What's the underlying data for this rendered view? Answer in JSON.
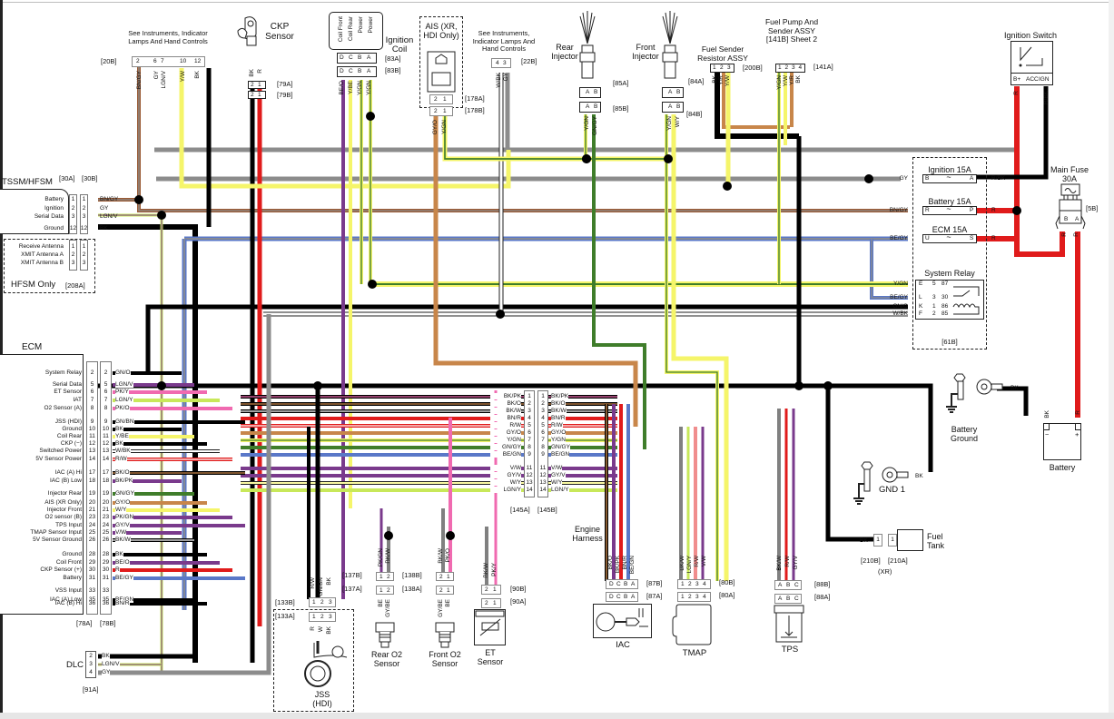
{
  "title": "Engine management wiring diagram",
  "wire_colors": {
    "BK": "#000000",
    "R": "#e01b1b",
    "GY": "#8c8c8c",
    "BN": "#9a5a34",
    "Y": "#f5f56a",
    "GN": "#3f7d2a",
    "BE": "#5a78c8",
    "V": "#7a3a8c",
    "PK": "#f06ab0",
    "O": "#c8864a",
    "W": "#ffffff",
    "LGN": "#c8e85a",
    "OLV": "#7a7a1a",
    "DKR": "#7a1010",
    "TEAL": "#2a7aa0"
  },
  "components": {
    "tssm": {
      "title": "TSSM/HFSM",
      "conn_a": "[30A]",
      "conn_b": "[30B]",
      "pins": [
        {
          "name": "Battery",
          "pin": "1",
          "wire": "BN/GY"
        },
        {
          "name": "Ignition",
          "pin": "2",
          "wire": "GY"
        },
        {
          "name": "Serial Data",
          "pin": "3",
          "wire": "LGN/V"
        },
        {
          "name": "Ground",
          "pin": "12",
          "wire": "BK"
        }
      ],
      "hfsm_pins": [
        {
          "name": "Receive Antenna",
          "pin": "1"
        },
        {
          "name": "XMIT Antenna A",
          "pin": "2"
        },
        {
          "name": "XMIT Antenna B",
          "pin": "3"
        }
      ],
      "hfsm_label": "HFSM Only",
      "hfsm_conn": "[208A]"
    },
    "instruments_left": {
      "text": "See Instruments, Indicator Lamps And Hand Controls",
      "conn": "[20B]",
      "pins": [
        "2",
        "6",
        "7",
        "10",
        "12"
      ],
      "wires": [
        "BN/GY",
        "GY",
        "LGN/V",
        "Y/W",
        "BK"
      ]
    },
    "ckp_sensor": {
      "title": "CKP Sensor",
      "conn_a": "[79A]",
      "conn_b": "[79B]",
      "pins": [
        "2",
        "1"
      ],
      "wires": [
        "BK",
        "R"
      ]
    },
    "ignition_coil": {
      "title": "Ignition Coil",
      "labels": [
        "Coil Front",
        "Coil Rear",
        "Power",
        "Power"
      ],
      "pins": [
        "D",
        "C",
        "B",
        "A"
      ],
      "conn_a": "[83A]",
      "conn_b": "[83B]",
      "wires": [
        "BE/O",
        "Y/BE",
        "Y/GN",
        "Y/GN"
      ]
    },
    "ais": {
      "title": "AIS (XR, HDI Only)",
      "pins": [
        "2",
        "1"
      ],
      "conn_a": "[178A]",
      "conn_b": "[178B]",
      "wires": [
        "GY/O",
        "Y/GN"
      ]
    },
    "instruments_right": {
      "text": "See Instruments, Indicator Lamps And Hand Controls",
      "conn": "[22B]",
      "pins": [
        "4",
        "3"
      ],
      "wires": [
        "W/BK",
        "GY"
      ]
    },
    "rear_injector": {
      "title": "Rear Injector",
      "pins": [
        "A",
        "B"
      ],
      "conn_a": "[85A]",
      "conn_b": "[85B]",
      "wires": [
        "Y/GN",
        "GN/GY"
      ]
    },
    "front_injector": {
      "title": "Front Injector",
      "pins": [
        "A",
        "B"
      ],
      "conn_a": "[84A]",
      "conn_b": "[84B]",
      "wires": [
        "Y/GN",
        "W/Y"
      ]
    },
    "fuel_sender": {
      "title": "Fuel Sender Resistor ASSY",
      "pins": [
        "1",
        "2",
        "3"
      ],
      "conn": "[200B]",
      "wires": [
        "BK",
        "Y/R",
        "Y/W"
      ]
    },
    "fuel_pump": {
      "title": "Fuel Pump And Sender ASSY [141B] Sheet 2",
      "pins": [
        "1",
        "2",
        "3",
        "4"
      ],
      "conn": "[141A]",
      "wires": [
        "Y/GN",
        "Y/W",
        "Y/R",
        "BK"
      ]
    },
    "ignition_switch": {
      "title": "Ignition Switch",
      "terminals": [
        "B+",
        "ACC",
        "IGN"
      ],
      "wires": [
        "R",
        "R/BK"
      ]
    },
    "fuse_block": {
      "fuses": [
        {
          "name": "Ignition",
          "rating": "15A",
          "in": "B",
          "out": "A",
          "wire_in": "GY",
          "wire_out": "R/BK"
        },
        {
          "name": "Battery",
          "rating": "15A",
          "in": "R",
          "out": "P",
          "wire_in": "BN/GY",
          "wire_out": "R"
        },
        {
          "name": "ECM",
          "rating": "15A",
          "in": "U",
          "out": "S",
          "wire_in": "BE/GY",
          "wire_out": "R"
        }
      ],
      "relay": {
        "title": "System Relay",
        "rows": [
          {
            "wire": "Y/GN",
            "cav": "E",
            "n": "5",
            "term": "87"
          },
          {
            "wire": "BE/GY",
            "cav": "L",
            "n": "3",
            "term": "30"
          },
          {
            "wire": "GN/O",
            "cav": "K",
            "n": "1",
            "term": "86"
          },
          {
            "wire": "W/BK",
            "cav": "F",
            "n": "2",
            "term": "85"
          }
        ]
      },
      "conn": "[61B]"
    },
    "main_fuse": {
      "title": "Main Fuse 30A",
      "conn": "[5B]",
      "pins": [
        "B",
        "A"
      ],
      "wires": [
        "R",
        "R"
      ]
    },
    "ecm": {
      "title": "ECM",
      "conn_a": "[78A]",
      "conn_b": "[78B]",
      "pins": [
        {
          "name": "System Relay",
          "pin": "2",
          "wire": "GN/O"
        },
        {
          "name": "Serial Data",
          "pin": "5",
          "wire": "LGN/V"
        },
        {
          "name": "ET Sensor",
          "pin": "6",
          "wire": "PK/Y"
        },
        {
          "name": "IAT",
          "pin": "7",
          "wire": "LGN/Y"
        },
        {
          "name": "O2 Sensor (A)",
          "pin": "8",
          "wire": "PK/O"
        },
        {
          "name": "JSS (HDI)",
          "pin": "9",
          "wire": "GN/BN"
        },
        {
          "name": "Ground",
          "pin": "10",
          "wire": "BK"
        },
        {
          "name": "Coil Rear",
          "pin": "11",
          "wire": "Y/BE"
        },
        {
          "name": "CKP (−)",
          "pin": "12",
          "wire": "BK"
        },
        {
          "name": "Switched Power",
          "pin": "13",
          "wire": "W/BK"
        },
        {
          "name": "5V Sensor Power",
          "pin": "14",
          "wire": "R/W"
        },
        {
          "name": "IAC (A) Hi",
          "pin": "17",
          "wire": "BK/O"
        },
        {
          "name": "IAC (B) Low",
          "pin": "18",
          "wire": "BK/PK"
        },
        {
          "name": "Injector Rear",
          "pin": "19",
          "wire": "GN/GY"
        },
        {
          "name": "AIS (XR Only)",
          "pin": "20",
          "wire": "GY/O"
        },
        {
          "name": "Injector Front",
          "pin": "21",
          "wire": "W/Y"
        },
        {
          "name": "O2 sensor (B)",
          "pin": "23",
          "wire": "PK/GN"
        },
        {
          "name": "TPS Input",
          "pin": "24",
          "wire": "GY/V"
        },
        {
          "name": "TMAP Sensor Input",
          "pin": "25",
          "wire": "V/W"
        },
        {
          "name": "5V Sensor Ground",
          "pin": "26",
          "wire": "BK/W"
        },
        {
          "name": "Ground",
          "pin": "28",
          "wire": "BK"
        },
        {
          "name": "Coil Front",
          "pin": "29",
          "wire": "BE/O"
        },
        {
          "name": "CKP Sensor (+)",
          "pin": "30",
          "wire": "R"
        },
        {
          "name": "Battery",
          "pin": "31",
          "wire": "BE/GY"
        },
        {
          "name": "VSS Input",
          "pin": "33",
          "wire": ""
        },
        {
          "name": "IAC (A) Low",
          "pin": "35",
          "wire": "BE/GN"
        },
        {
          "name": "IAC (B) Hi",
          "pin": "36",
          "wire": "BN/R"
        }
      ]
    },
    "dlc": {
      "title": "DLC",
      "conn": "[91A]",
      "pins": [
        {
          "pin": "2",
          "wire": "BK"
        },
        {
          "pin": "3",
          "wire": "LGN/V"
        },
        {
          "pin": "4",
          "wire": "GY"
        }
      ]
    },
    "engine_conn": {
      "conn_a": "[145A]",
      "conn_b": "[145B]",
      "pins": [
        {
          "pin": "1",
          "wire": "BK/PK"
        },
        {
          "pin": "2",
          "wire": "BK/O"
        },
        {
          "pin": "3",
          "wire": "BK/W"
        },
        {
          "pin": "4",
          "wire": "BN/R"
        },
        {
          "pin": "5",
          "wire": "R/W"
        },
        {
          "pin": "6",
          "wire": "GY/O"
        },
        {
          "pin": "7",
          "wire": "Y/GN"
        },
        {
          "pin": "8",
          "wire": "GN/GY"
        },
        {
          "pin": "9",
          "wire": "BE/GN"
        },
        {
          "pin": "11",
          "wire": "V/W"
        },
        {
          "pin": "12",
          "wire": "GY/V"
        },
        {
          "pin": "13",
          "wire": "W/Y"
        },
        {
          "pin": "14",
          "wire": "LGN/Y"
        }
      ],
      "harness_label": "Engine Harness"
    },
    "jss": {
      "title": "JSS (HDI)",
      "pins": [
        "1",
        "2",
        "3"
      ],
      "conn_a": "[133A]",
      "conn_b": "[133B]",
      "wires_top": [
        "R/W",
        "GN/BN",
        "BK"
      ],
      "wires_bottom": [
        "R",
        "W",
        "BK"
      ]
    },
    "rear_o2": {
      "title": "Rear O2 Sensor",
      "pins": [
        "1",
        "2"
      ],
      "conn_a": "[137A]",
      "conn_b": "[137B]",
      "wires_top": [
        "PK/GN",
        "BK/W"
      ],
      "wires_bottom": [
        "BE",
        "GY/BE"
      ]
    },
    "front_o2": {
      "title": "Front O2 Sensor",
      "pins": [
        "2",
        "1"
      ],
      "conn_a": "[138A]",
      "conn_b": "[138B]",
      "wires_top": [
        "BK/W",
        "PK/O"
      ],
      "wires_bottom": [
        "GY/BE",
        "BE"
      ]
    },
    "et_sensor": {
      "title": "ET Sensor",
      "pins": [
        "2",
        "1"
      ],
      "conn_a": "[90A]",
      "conn_b": "[90B]",
      "wires": [
        "BK/W",
        "PK/Y"
      ]
    },
    "iac": {
      "title": "IAC",
      "pins": [
        "D",
        "C",
        "B",
        "A"
      ],
      "conn_a": "[87A]",
      "conn_b": "[87B]",
      "wires": [
        "BK/O",
        "BK/PK",
        "BN/R",
        "BE/GN"
      ]
    },
    "tmap": {
      "title": "TMAP",
      "pins": [
        "1",
        "2",
        "3",
        "4"
      ],
      "conn_a": "[80A]",
      "conn_b": "[80B]",
      "wires": [
        "BK/W",
        "LGN/Y",
        "R/W",
        "V/W"
      ]
    },
    "tps": {
      "title": "TPS",
      "pins": [
        "A",
        "B",
        "C"
      ],
      "conn_a": "[88A]",
      "conn_b": "[88B]",
      "wires": [
        "BK/W",
        "R/W",
        "GY/V"
      ]
    },
    "battery_ground": {
      "title": "Battery Ground",
      "wire": "BK"
    },
    "gnd1": {
      "title": "GND 1",
      "wire": "BK"
    },
    "battery": {
      "title": "Battery",
      "terminals": [
        "−",
        "+"
      ],
      "wires": [
        "BK",
        "R"
      ]
    },
    "fuel_tank": {
      "title": "Fuel Tank",
      "pin": "1",
      "conn_a": "[210A]",
      "conn_b": "[210B]",
      "note": "(XR)",
      "wire": "BK"
    }
  }
}
